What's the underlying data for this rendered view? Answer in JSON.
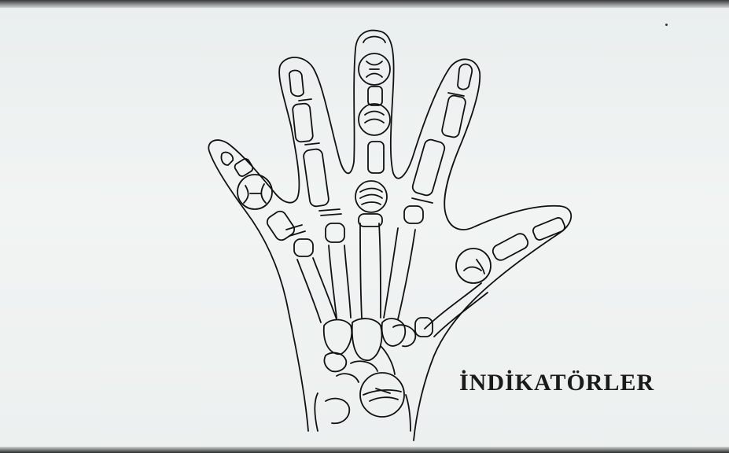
{
  "caption": "İNDİKATÖRLER",
  "colors": {
    "ink": "#111111",
    "paper": "#eef2f1"
  },
  "figure": {
    "subject": "hand-skeleton-outline",
    "indicator_circles": 6
  }
}
